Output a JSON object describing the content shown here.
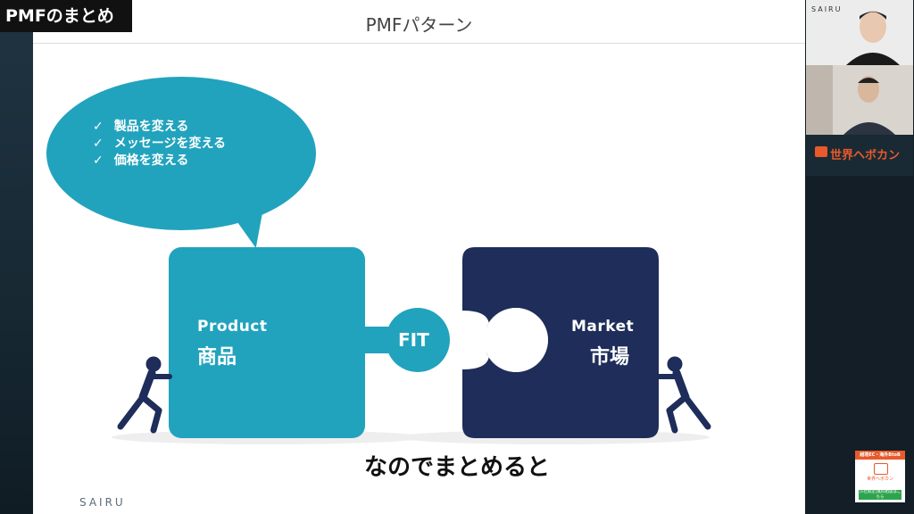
{
  "overlay": {
    "corner_label": "PMFのまとめ",
    "caption": "なのでまとめると"
  },
  "slide": {
    "title": "PMFパターン",
    "bubble_items": [
      {
        "check": "✓",
        "text": "製品を変える"
      },
      {
        "check": "✓",
        "text": "メッセージを変える"
      },
      {
        "check": "✓",
        "text": "価格を変える"
      }
    ],
    "product_en": "Product",
    "product_jp": "商品",
    "fit": "FIT",
    "market_en": "Market",
    "market_jp": "市場",
    "brand": "SAIRU",
    "colors": {
      "teal": "#22a3bd",
      "navy": "#1e2d59",
      "figure": "#1e2d59"
    }
  },
  "participants": {
    "brand": "SAIRU",
    "cam1_name": "",
    "cam2_name": ""
  },
  "sidebar": {
    "logo_text": "世界ヘボカン",
    "ad_top": "越境EC・海外BtoB",
    "ad_mid": "世界ヘボカン",
    "ad_button": "[1社限定]無料相談はこちら"
  }
}
